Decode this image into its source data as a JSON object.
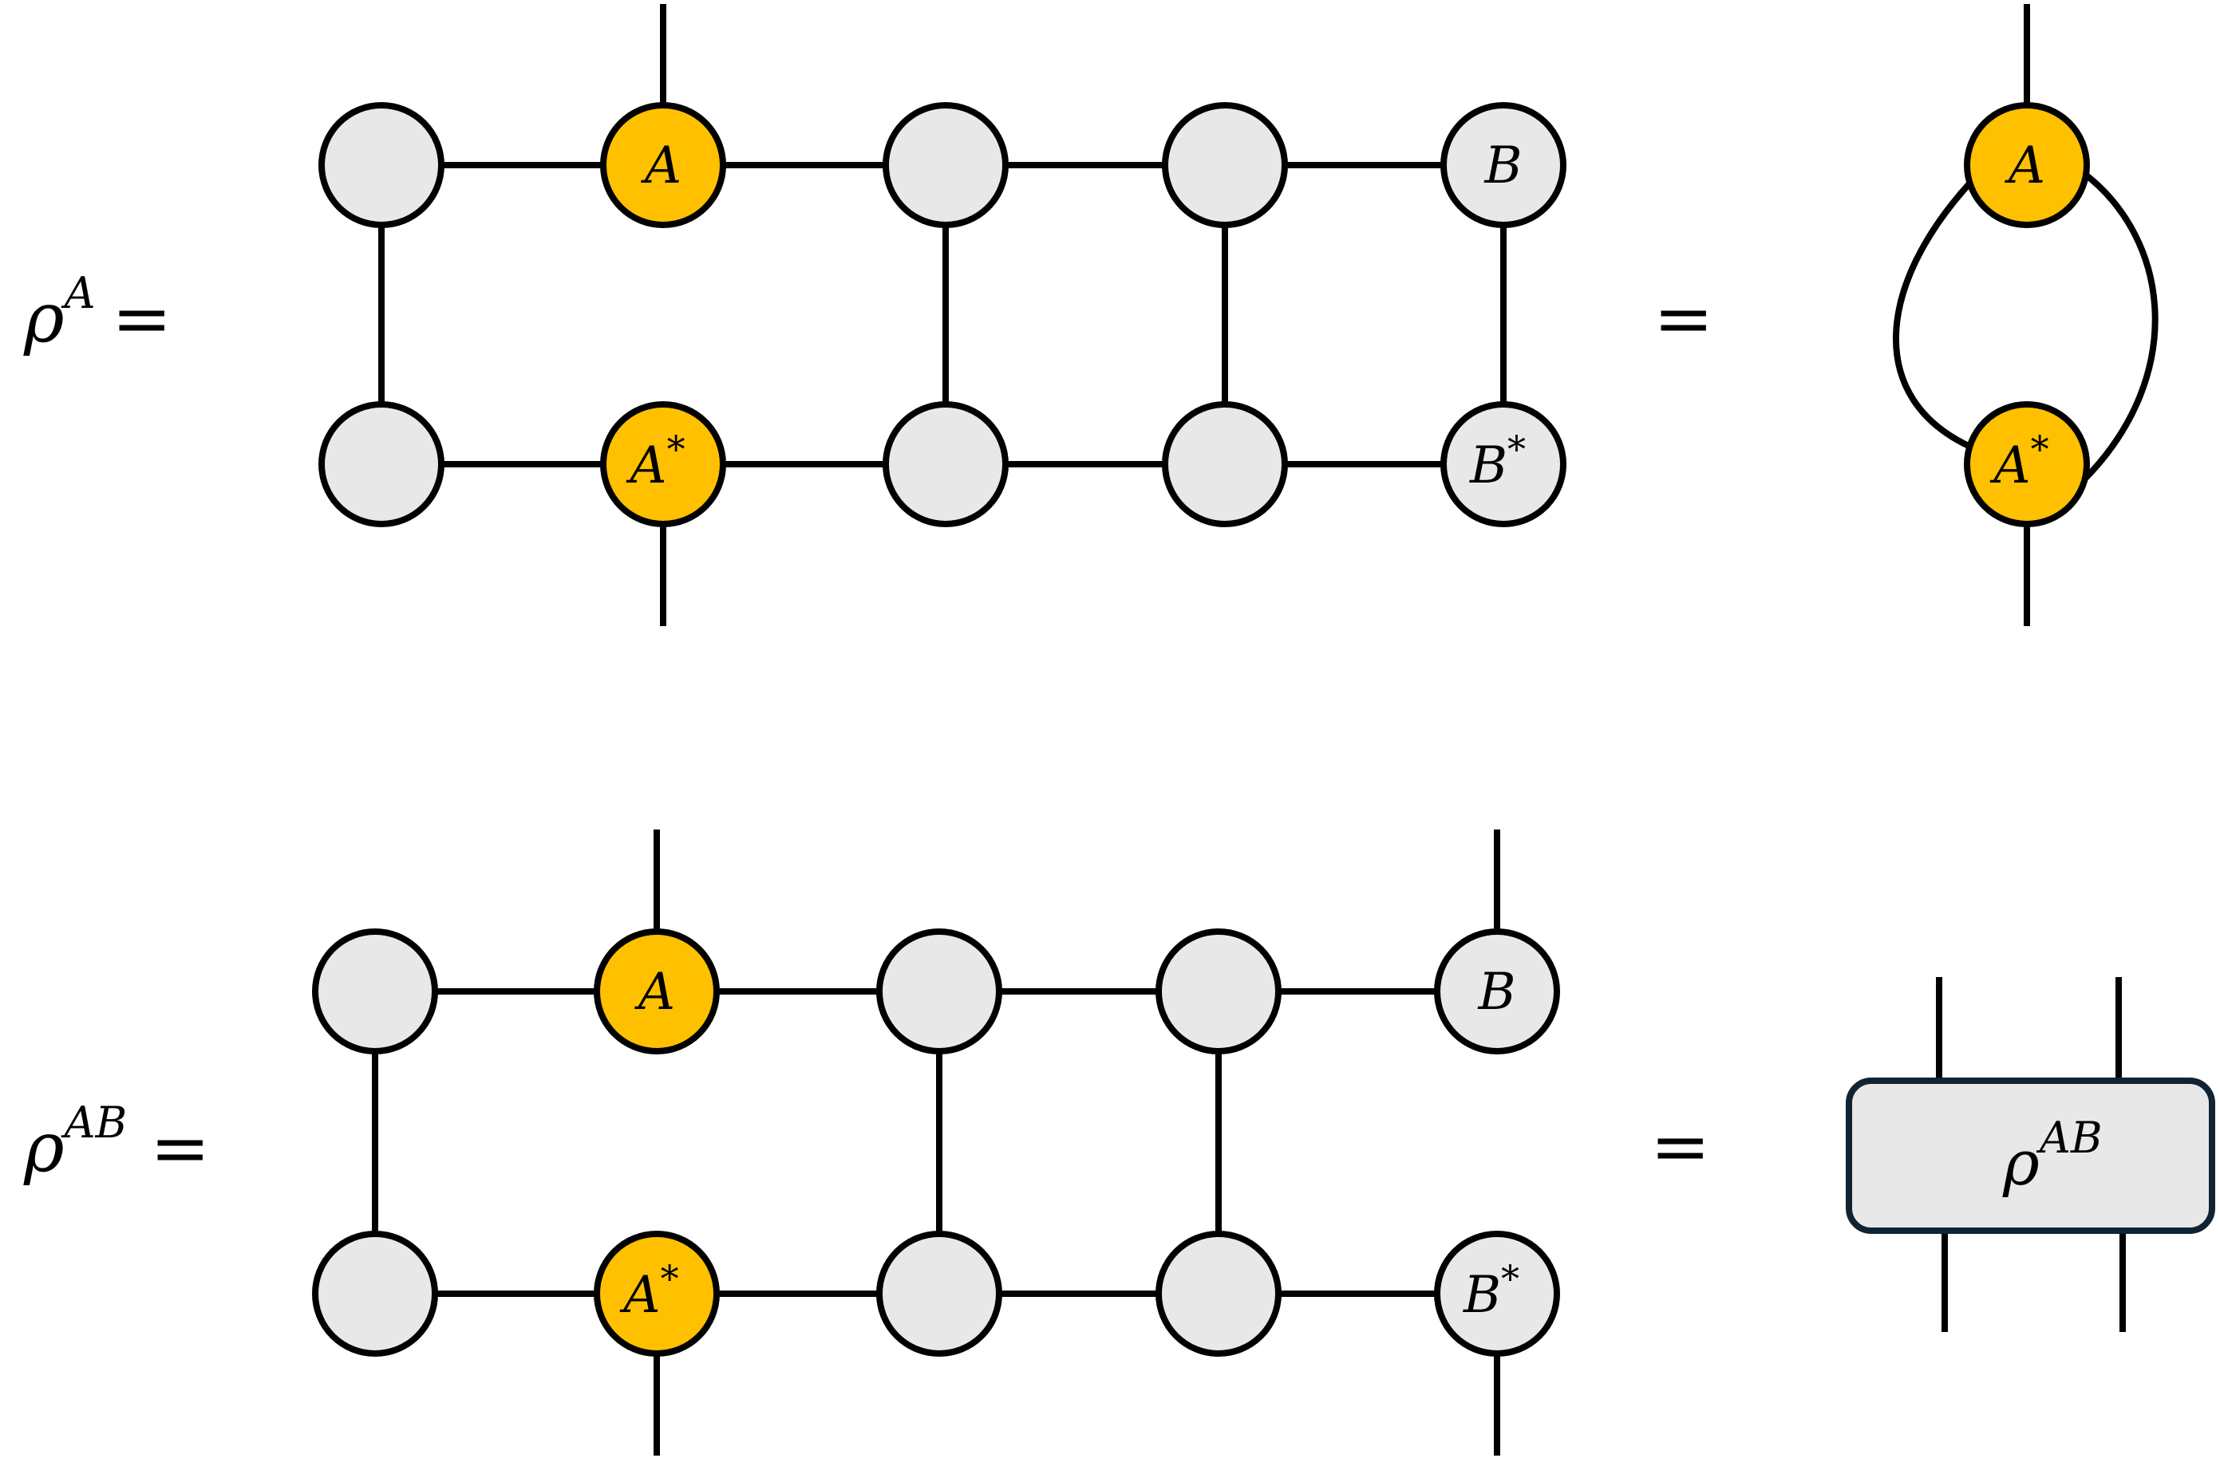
{
  "colors": {
    "highlight_fill": "#FFC000",
    "plain_fill": "#E8E8E8",
    "box_fill": "#E8E8E8",
    "box_stroke": "#0F2333",
    "line": "#000000"
  },
  "equations": [
    {
      "lhs": {
        "base": "ρ",
        "sup": "A",
        "equals": "="
      },
      "network": {
        "top_row": [
          {
            "text": "",
            "highlight": false
          },
          {
            "text": "A",
            "highlight": true
          },
          {
            "text": "",
            "highlight": false
          },
          {
            "text": "",
            "highlight": false
          },
          {
            "text": "B",
            "highlight": false
          }
        ],
        "bottom_row": [
          {
            "text": "",
            "highlight": false
          },
          {
            "text": "A",
            "sup": "*",
            "highlight": true
          },
          {
            "text": "",
            "highlight": false
          },
          {
            "text": "",
            "highlight": false
          },
          {
            "text": "B",
            "sup": "*",
            "highlight": false
          }
        ],
        "open_legs_columns": [
          1
        ],
        "left_vertical_columns": [
          0,
          2,
          3,
          4
        ]
      },
      "equals": "=",
      "rhs": {
        "type": "reduced-pair",
        "top": {
          "text": "A",
          "highlight": true
        },
        "bottom": {
          "text": "A",
          "sup": "*",
          "highlight": true
        }
      }
    },
    {
      "lhs": {
        "base": "ρ",
        "sup": "AB",
        "equals": "="
      },
      "network": {
        "top_row": [
          {
            "text": "",
            "highlight": false
          },
          {
            "text": "A",
            "highlight": true
          },
          {
            "text": "",
            "highlight": false
          },
          {
            "text": "",
            "highlight": false
          },
          {
            "text": "B",
            "highlight": false
          }
        ],
        "bottom_row": [
          {
            "text": "",
            "highlight": false
          },
          {
            "text": "A",
            "sup": "*",
            "highlight": true
          },
          {
            "text": "",
            "highlight": false
          },
          {
            "text": "",
            "highlight": false
          },
          {
            "text": "B",
            "sup": "*",
            "highlight": false
          }
        ],
        "open_legs_columns": [
          1,
          4
        ],
        "left_vertical_columns": [
          0,
          2,
          3
        ]
      },
      "equals": "=",
      "rhs": {
        "type": "box",
        "label": {
          "base": "ρ",
          "sup": "AB"
        }
      }
    }
  ]
}
